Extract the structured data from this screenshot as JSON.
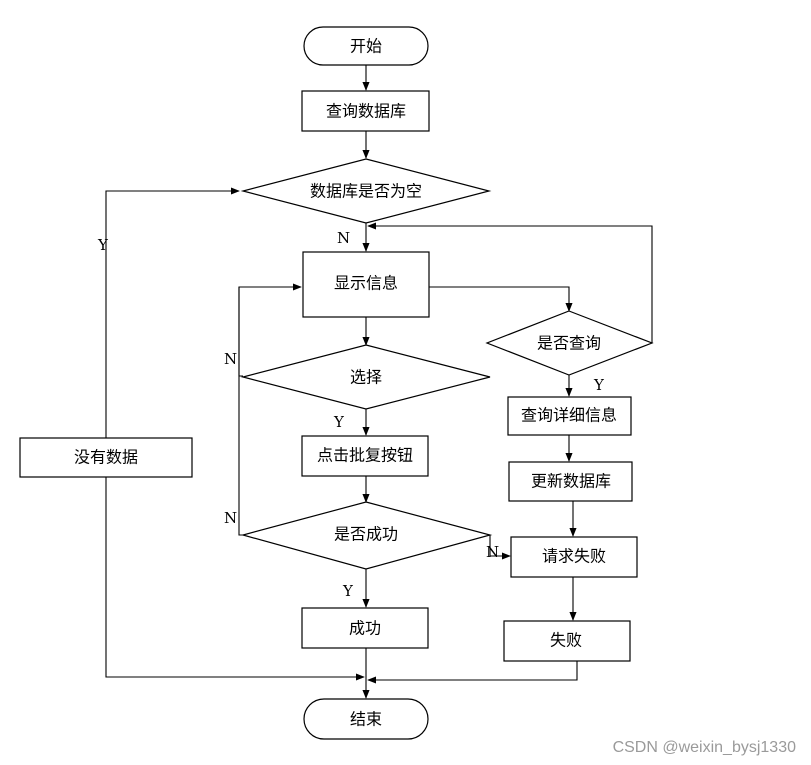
{
  "nodes": {
    "start": "开始",
    "query_db": "查询数据库",
    "db_empty": "数据库是否为空",
    "show_info": "显示信息",
    "select": "选择",
    "click_approve": "点击批复按钮",
    "is_success": "是否成功",
    "success": "成功",
    "end": "结束",
    "is_query": "是否查询",
    "query_detail": "查询详细信息",
    "update_db": "更新数据库",
    "request_fail": "请求失败",
    "fail": "失败",
    "no_data": "没有数据"
  },
  "edge_labels": {
    "db_empty_yes": "Y",
    "db_empty_no": "N",
    "select_no": "N",
    "select_yes": "Y",
    "success_no": "N",
    "success_yes": "Y",
    "query_yes": "Y",
    "fail_no": "N"
  },
  "watermark": "CSDN @weixin_bysj1330"
}
